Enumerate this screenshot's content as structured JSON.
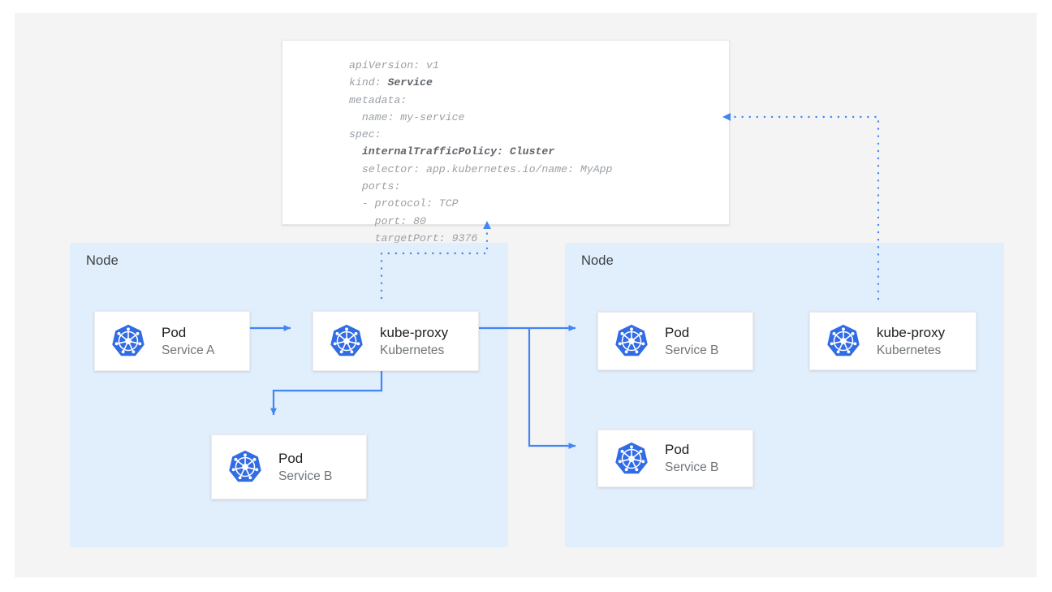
{
  "diagram": {
    "title": "Kubernetes internalTrafficPolicy Cluster traffic routing",
    "colors": {
      "canvas_bg": "#f4f4f4",
      "node_bg": "#e1eefc",
      "card_bg": "#ffffff",
      "arrow_blue": "#4285f4",
      "k8s_blue": "#326ce5",
      "yaml_text": "#9aa0a6",
      "yaml_bold": "#5f6368",
      "title_text": "#202124",
      "subtitle_text": "#70757a"
    }
  },
  "yaml": {
    "lines": [
      {
        "text": "apiVersion: v1",
        "bold": ""
      },
      {
        "text": "kind: ",
        "bold": "Service"
      },
      {
        "text": "metadata:",
        "bold": ""
      },
      {
        "text": "  name: my-service",
        "bold": ""
      },
      {
        "text": "spec:",
        "bold": ""
      },
      {
        "text": "  ",
        "bold": "internalTrafficPolicy: Cluster"
      },
      {
        "text": "  selector: app.kubernetes.io/name: MyApp",
        "bold": ""
      },
      {
        "text": "  ports:",
        "bold": ""
      },
      {
        "text": "  - protocol: TCP",
        "bold": ""
      },
      {
        "text": "    port: 80",
        "bold": ""
      },
      {
        "text": "    targetPort: 9376",
        "bold": ""
      }
    ]
  },
  "nodes": {
    "left": {
      "label": "Node"
    },
    "right": {
      "label": "Node"
    }
  },
  "cards": {
    "pod_a": {
      "title": "Pod",
      "subtitle": "Service A",
      "icon": "kubernetes-icon"
    },
    "kube_proxy_l": {
      "title": "kube-proxy",
      "subtitle": "Kubernetes",
      "icon": "kubernetes-icon"
    },
    "pod_b_left": {
      "title": "Pod",
      "subtitle": "Service B",
      "icon": "kubernetes-icon"
    },
    "pod_b_r1": {
      "title": "Pod",
      "subtitle": "Service B",
      "icon": "kubernetes-icon"
    },
    "pod_b_r2": {
      "title": "Pod",
      "subtitle": "Service B",
      "icon": "kubernetes-icon"
    },
    "kube_proxy_r": {
      "title": "kube-proxy",
      "subtitle": "Kubernetes",
      "icon": "kubernetes-icon"
    }
  },
  "connectors": [
    {
      "name": "pod-a-to-kube-proxy",
      "style": "solid",
      "arrow": "right"
    },
    {
      "name": "kube-proxy-to-pod-b-left",
      "style": "solid",
      "arrow": "down"
    },
    {
      "name": "kube-proxy-to-pod-b-right-top",
      "style": "solid",
      "arrow": "right"
    },
    {
      "name": "kube-proxy-to-pod-b-right-bottom",
      "style": "solid",
      "arrow": "right"
    },
    {
      "name": "kube-proxy-left-to-service-spec",
      "style": "dotted",
      "arrow": "up"
    },
    {
      "name": "kube-proxy-right-to-service-spec",
      "style": "dotted",
      "arrow": "left"
    }
  ]
}
